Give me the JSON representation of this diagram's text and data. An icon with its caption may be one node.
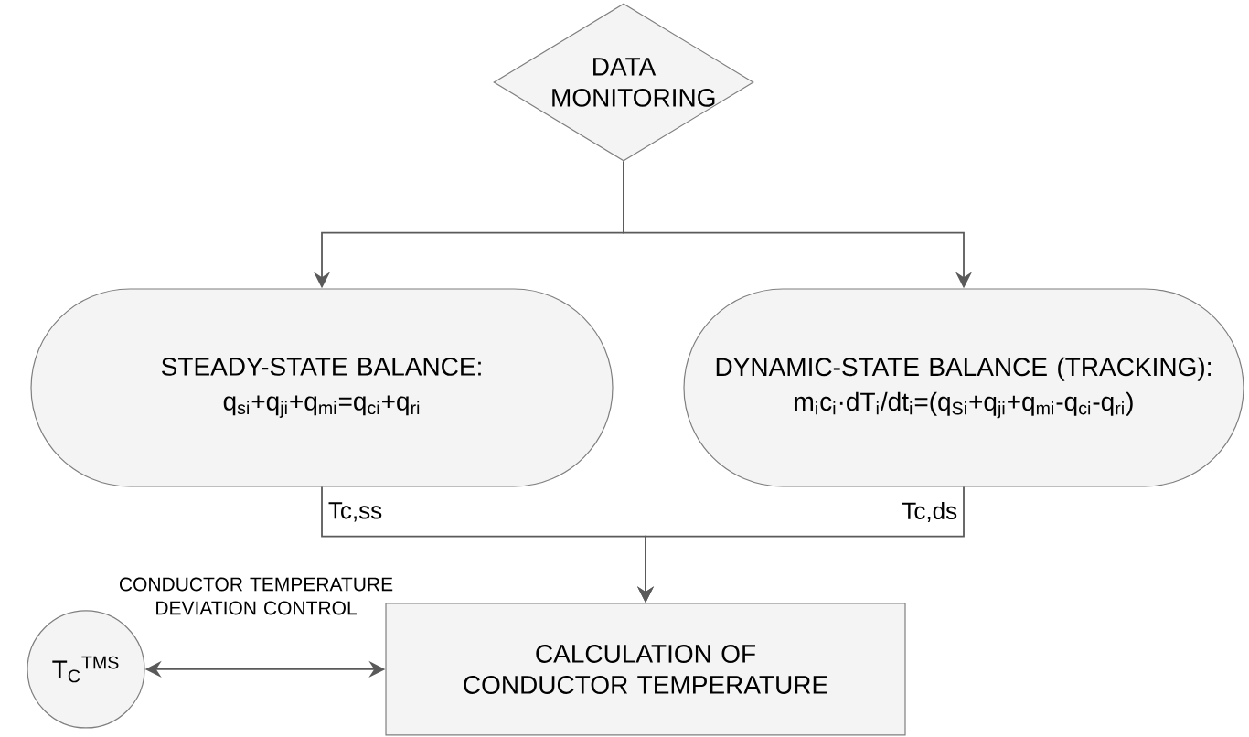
{
  "diagram": {
    "nodes": [
      {
        "text": [
          "DATA MONITORING"
        ]
      },
      {
        "text": [
          "STEADY-STATE BALANCE:",
          "q$_{si}$+q$_{ji}$+q$_{mi}$=q$_{ci}$+q$_{ri}$"
        ]
      },
      {
        "text": [
          "DYNAMIC-STATE BALANCE (TRACKING):",
          "m$_{i}$c$_{i}$·dT$_{i}$/dt$_{i}$=(q$_{Si}$+q$_{ji}$+q$_{mi}$-q$_{ci}$-q$_{ri}$)"
        ]
      },
      {
        "text": [
          "CALCULATION OF CONDUCTOR TEMPERATURE"
        ]
      },
      {
        "text": [
          "T$_{C}$$^{TMS}$"
        ]
      }
    ],
    "edges": [
      {
        "from": 0,
        "to": 1,
        "arrow": "to"
      },
      {
        "from": 0,
        "to": 2,
        "arrow": "to"
      },
      {
        "from": 1,
        "to": 3,
        "arrow": "to",
        "label": "Tc,ss"
      },
      {
        "from": 2,
        "to": 3,
        "arrow": "to",
        "label": "Tc,ds"
      },
      {
        "from": 4,
        "to": 3,
        "arrow": "both",
        "label": "CONDUCTOR TEMPERATURE DEVIATION CONTROL"
      }
    ]
  }
}
